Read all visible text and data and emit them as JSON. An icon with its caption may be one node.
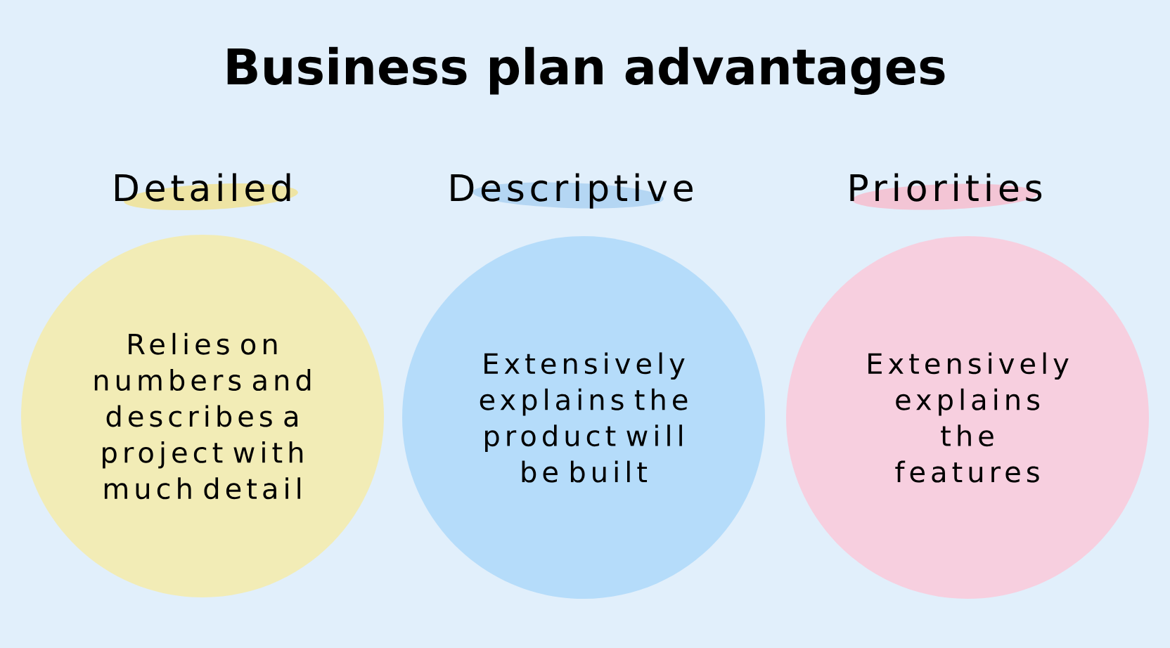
{
  "diagram": {
    "title": "Business plan advantages",
    "nodes": [
      {
        "text": [
          "Detailed",
          "Relies on numbers and describes a project with much detail"
        ]
      },
      {
        "text": [
          "Descriptive",
          "Extensively explains the product will be built"
        ]
      },
      {
        "text": [
          "Priorities",
          "Extensively explains the features"
        ]
      }
    ]
  }
}
